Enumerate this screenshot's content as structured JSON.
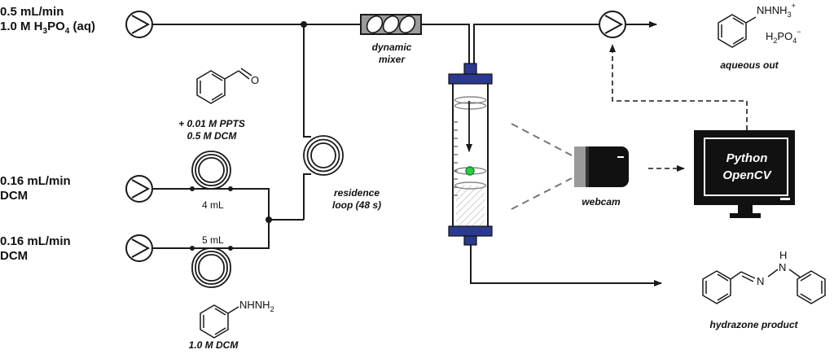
{
  "stream1": {
    "flow": "0.5 mL/min",
    "reagent_prefix": "1.0 M H",
    "reagent_sub1": "3",
    "reagent_mid": "PO",
    "reagent_sub2": "4",
    "reagent_suffix": " (aq)"
  },
  "stream2": {
    "flow": "0.16 mL/min",
    "solvent": "DCM",
    "loop_volume": "4 mL"
  },
  "stream3": {
    "flow": "0.16 mL/min",
    "solvent": "DCM",
    "loop_volume": "5 mL"
  },
  "benzaldehyde": {
    "line1": "+ 0.01 M PPTS",
    "line2": "0.5 M DCM",
    "atom_o": "O"
  },
  "phenylhydrazine": {
    "formula": "NHNH",
    "formula_sub": "2",
    "conc": "1.0 M DCM"
  },
  "mixer": {
    "line1": "dynamic",
    "line2": "mixer"
  },
  "residence": {
    "line1": "residence",
    "line2": "loop (48 s)"
  },
  "webcam": {
    "label": "webcam"
  },
  "computer": {
    "line1": "Python",
    "line2": "OpenCV"
  },
  "aqueous": {
    "cation": "NHNH",
    "cation_sub": "3",
    "cation_charge": "+",
    "anion_h": "H",
    "anion_sub1": "2",
    "anion_po": "PO",
    "anion_sub2": "4",
    "anion_charge": "−",
    "label": "aqueous out"
  },
  "product": {
    "atom_n1": "N",
    "atom_n2": "N",
    "atom_h": "H",
    "label": "hydrazone product"
  },
  "colors": {
    "line": "#1a1a1a",
    "column_blue": "#2b3a8f",
    "droplet_green": "#2ecc40",
    "screen": "#111111",
    "mixer_fill": "#9a9a9a"
  }
}
